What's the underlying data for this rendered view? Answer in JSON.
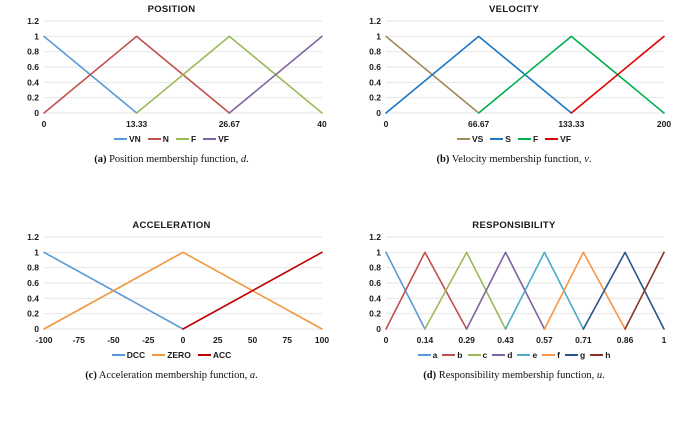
{
  "figure": {
    "panel_count": 4,
    "background": "#ffffff"
  },
  "panels": [
    {
      "key": "position",
      "title": "POSITION",
      "caption_tag": "(a)",
      "caption_text": "Position membership function,",
      "caption_var": "d",
      "caption_end": ".",
      "chart_data": {
        "type": "line",
        "title": "POSITION",
        "xlabel": "",
        "ylabel": "",
        "xlim": [
          0,
          40
        ],
        "ylim": [
          0,
          1.2
        ],
        "grid": true,
        "legend_position": "bottom",
        "xticks": [
          "0",
          "13.33",
          "26.67",
          "40"
        ],
        "xtick_values": [
          0,
          13.33,
          26.67,
          40
        ],
        "yticks": [
          "0",
          "0.2",
          "0.4",
          "0.6",
          "0.8",
          "1",
          "1.2"
        ],
        "ytick_values": [
          0,
          0.2,
          0.4,
          0.6,
          0.8,
          1,
          1.2
        ],
        "series": [
          {
            "name": "VN",
            "color": "#5B9BD5",
            "x": [
              0,
              13.33
            ],
            "y": [
              1,
              0
            ]
          },
          {
            "name": "N",
            "color": "#C0504D",
            "x": [
              0,
              13.33,
              26.67
            ],
            "y": [
              0,
              1,
              0
            ]
          },
          {
            "name": "F",
            "color": "#9BBB59",
            "x": [
              13.33,
              26.67,
              40
            ],
            "y": [
              0,
              1,
              0
            ]
          },
          {
            "name": "VF",
            "color": "#8064A2",
            "x": [
              26.67,
              40
            ],
            "y": [
              0,
              1
            ]
          }
        ]
      }
    },
    {
      "key": "velocity",
      "title": "VELOCITY",
      "caption_tag": "(b)",
      "caption_text": "Velocity membership function,",
      "caption_var": "v",
      "caption_end": ".",
      "chart_data": {
        "type": "line",
        "title": "VELOCITY",
        "xlabel": "",
        "ylabel": "",
        "xlim": [
          0,
          200
        ],
        "ylim": [
          0,
          1.2
        ],
        "grid": true,
        "legend_position": "bottom",
        "xticks": [
          "0",
          "66.67",
          "133.33",
          "200"
        ],
        "xtick_values": [
          0,
          66.67,
          133.33,
          200
        ],
        "yticks": [
          "0",
          "0.2",
          "0.4",
          "0.6",
          "0.8",
          "1",
          "1.2"
        ],
        "ytick_values": [
          0,
          0.2,
          0.4,
          0.6,
          0.8,
          1,
          1.2
        ],
        "series": [
          {
            "name": "VS",
            "color": "#9E8B55",
            "x": [
              0,
              66.67
            ],
            "y": [
              1,
              0
            ]
          },
          {
            "name": "S",
            "color": "#1F77C4",
            "x": [
              0,
              66.67,
              133.33
            ],
            "y": [
              0,
              1,
              0
            ]
          },
          {
            "name": "F",
            "color": "#00B050",
            "x": [
              66.67,
              133.33,
              200
            ],
            "y": [
              0,
              1,
              0
            ]
          },
          {
            "name": "VF",
            "color": "#E00000",
            "x": [
              133.33,
              200
            ],
            "y": [
              0,
              1
            ]
          }
        ]
      }
    },
    {
      "key": "acceleration",
      "title": "ACCELERATION",
      "caption_tag": "(c)",
      "caption_text": "Acceleration membership function,",
      "caption_var": "a",
      "caption_end": ".",
      "chart_data": {
        "type": "line",
        "title": "ACCELERATION",
        "xlabel": "",
        "ylabel": "",
        "xlim": [
          -100,
          100
        ],
        "ylim": [
          0,
          1.2
        ],
        "grid": true,
        "legend_position": "bottom",
        "xticks": [
          "-100",
          "-75",
          "-50",
          "-25",
          "0",
          "25",
          "50",
          "75",
          "100"
        ],
        "xtick_values": [
          -100,
          -75,
          -50,
          -25,
          0,
          25,
          50,
          75,
          100
        ],
        "yticks": [
          "0",
          "0.2",
          "0.4",
          "0.6",
          "0.8",
          "1",
          "1.2"
        ],
        "ytick_values": [
          0,
          0.2,
          0.4,
          0.6,
          0.8,
          1,
          1.2
        ],
        "series": [
          {
            "name": "DCC",
            "color": "#5B9BD5",
            "x": [
              -100,
              0
            ],
            "y": [
              1,
              0
            ]
          },
          {
            "name": "ZERO",
            "color": "#F0983E",
            "x": [
              -100,
              0,
              100
            ],
            "y": [
              0,
              1,
              0
            ]
          },
          {
            "name": "ACC",
            "color": "#C00000",
            "x": [
              0,
              100
            ],
            "y": [
              0,
              1
            ]
          }
        ]
      }
    },
    {
      "key": "responsibility",
      "title": "RESPONSIBILITY",
      "caption_tag": "(d)",
      "caption_text": "Responsibility membership function,",
      "caption_var": "u",
      "caption_end": ".",
      "chart_data": {
        "type": "line",
        "title": "RESPONSIBILITY",
        "xlabel": "",
        "ylabel": "",
        "xlim": [
          0,
          1
        ],
        "ylim": [
          0,
          1.2
        ],
        "grid": true,
        "legend_position": "bottom",
        "xticks": [
          "0",
          "0.14",
          "0.29",
          "0.43",
          "0.57",
          "0.71",
          "0.86",
          "1"
        ],
        "xtick_values": [
          0,
          0.14,
          0.29,
          0.43,
          0.57,
          0.71,
          0.86,
          1
        ],
        "yticks": [
          "0",
          "0.2",
          "0.4",
          "0.6",
          "0.8",
          "1",
          "1.2"
        ],
        "ytick_values": [
          0,
          0.2,
          0.4,
          0.6,
          0.8,
          1,
          1.2
        ],
        "series": [
          {
            "name": "a",
            "color": "#5B9BD5",
            "x": [
              0,
              0.14
            ],
            "y": [
              1,
              0
            ]
          },
          {
            "name": "b",
            "color": "#C0504D",
            "x": [
              0,
              0.14,
              0.29
            ],
            "y": [
              0,
              1,
              0
            ]
          },
          {
            "name": "c",
            "color": "#9BBB59",
            "x": [
              0.14,
              0.29,
              0.43
            ],
            "y": [
              0,
              1,
              0
            ]
          },
          {
            "name": "d",
            "color": "#8064A2",
            "x": [
              0.29,
              0.43,
              0.57
            ],
            "y": [
              0,
              1,
              0
            ]
          },
          {
            "name": "e",
            "color": "#4BACC6",
            "x": [
              0.43,
              0.57,
              0.71
            ],
            "y": [
              0,
              1,
              0
            ]
          },
          {
            "name": "f",
            "color": "#F79646",
            "x": [
              0.57,
              0.71,
              0.86
            ],
            "y": [
              0,
              1,
              0
            ]
          },
          {
            "name": "g",
            "color": "#29558B",
            "x": [
              0.71,
              0.86,
              1
            ],
            "y": [
              0,
              1,
              0
            ]
          },
          {
            "name": "h",
            "color": "#8C3328",
            "x": [
              0.86,
              1
            ],
            "y": [
              0,
              1
            ]
          }
        ]
      }
    }
  ]
}
